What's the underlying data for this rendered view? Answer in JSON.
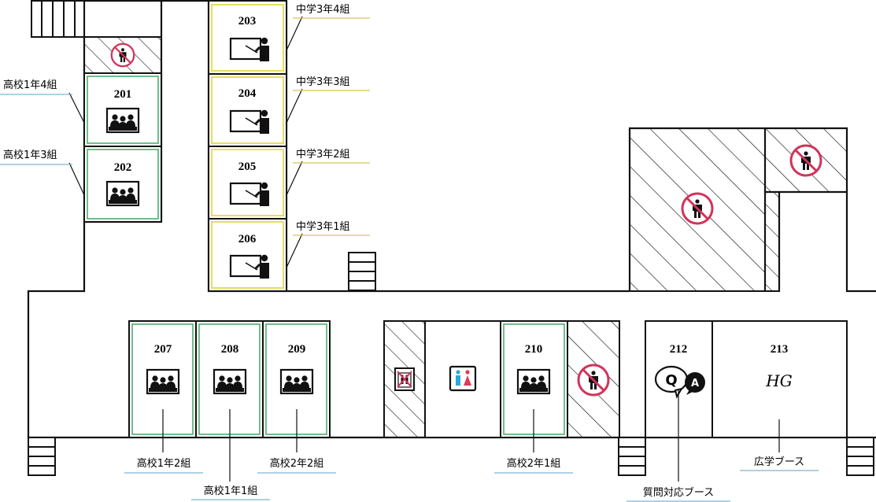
{
  "map": {
    "colors": {
      "wall": "#111111",
      "high_school_frame": "#4caf6e",
      "junior_high_frame": "#e8d84a",
      "label_underline": "#7fb3d3",
      "label_underline_gold": "#d9c25a",
      "prohibition": "#d2335a",
      "restroom_male": "#2aa7dc",
      "restroom_female": "#e03a55"
    },
    "rooms": {
      "r201": {
        "number": "201",
        "class": "高校1年4組",
        "icon": "students-icon"
      },
      "r202": {
        "number": "202",
        "class": "高校1年3組",
        "icon": "students-icon"
      },
      "r203": {
        "number": "203",
        "class": "中学3年4組",
        "icon": "teacher-board-icon"
      },
      "r204": {
        "number": "204",
        "class": "中学3年3組",
        "icon": "teacher-board-icon"
      },
      "r205": {
        "number": "205",
        "class": "中学3年2組",
        "icon": "teacher-board-icon"
      },
      "r206": {
        "number": "206",
        "class": "中学3年1組",
        "icon": "teacher-board-icon"
      },
      "r207": {
        "number": "207",
        "class": "高校1年2組",
        "icon": "students-icon"
      },
      "r208": {
        "number": "208",
        "class": "高校1年1組",
        "icon": "students-icon"
      },
      "r209": {
        "number": "209",
        "class": "高校2年2組",
        "icon": "students-icon"
      },
      "r210": {
        "number": "210",
        "class": "高校2年1組",
        "icon": "students-icon"
      },
      "r212": {
        "number": "212",
        "class": "質問対応ブース",
        "icon": "qa-bubble-icon",
        "q": "Q",
        "a": "A"
      },
      "r213": {
        "number": "213",
        "class": "広学ブース",
        "mark": "HG"
      }
    },
    "icons": {
      "no_entry": "no-entry-icon",
      "elevator": "elevator-icon",
      "restroom": "restroom-icon",
      "stairs": "stairs-icon"
    }
  }
}
